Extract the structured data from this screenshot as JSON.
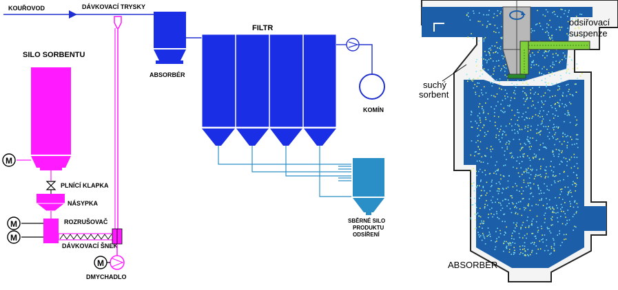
{
  "left_diagram": {
    "labels": {
      "flue_gas": "KOUŘOVOD",
      "dosing_nozzles": "DÁVKOVACÍ TRYSKY",
      "absorber": "ABSORBÉR",
      "filter": "FILTR",
      "sorbent_silo": "SILO SORBENTU",
      "filling_flap": "PLNÍCÍ KLAPKA",
      "hopper": "NÁSYPKA",
      "breaker": "ROZRUŠOVAČ",
      "dosing_screw": "DÁVKOVACÍ ŠNEK",
      "blower": "DMYCHADLO",
      "chimney": "KOMÍN",
      "collection_silo_line1": "SBĚRNÉ SILO",
      "collection_silo_line2": "PRODUKTU",
      "collection_silo_line3": "ODSÍŘENÍ"
    },
    "motor_symbol": "M",
    "colors": {
      "blue": "#1a2ee6",
      "magenta": "#ff1aff",
      "teal": "#2b8fc7",
      "gas_line": "#2030d0"
    }
  },
  "right_diagram": {
    "labels": {
      "desulfurization_line1": "odsiřovací",
      "desulfurization_line2": "suspenze",
      "dry_sorbent_line1": "suchý",
      "dry_sorbent_line2": "sorbent",
      "absorber": "ABSORBÉR"
    },
    "colors": {
      "vessel_wall": "#f4f4f4",
      "vessel_outline": "#222222",
      "vessel_interior": "#1c5fa8",
      "particles_cyan": "#7fe3f5",
      "particles_yellow": "#e8f060",
      "pipe_green": "#7fcf3a",
      "atomizer_grey": "#b8b8b8"
    }
  }
}
